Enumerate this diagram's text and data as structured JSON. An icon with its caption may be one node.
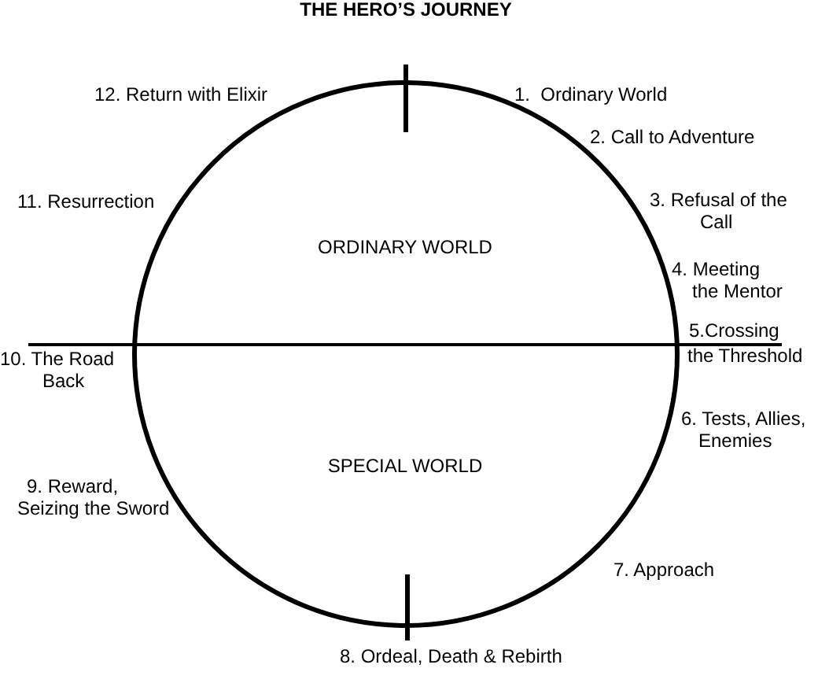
{
  "diagram": {
    "title": "THE HERO’S JOURNEY",
    "nodes": [
      {
        "text": [
          "ORDINARY WORLD",
          "SPECIAL WORLD"
        ]
      }
    ],
    "labels": [
      "1.  Ordinary World",
      "2. Call to Adventure",
      "3. Refusal of the Call",
      "4. Meeting the Mentor",
      "5.Crossing the Threshold",
      "6. Tests, Allies, Enemies",
      "7. Approach",
      "8. Ordeal, Death & Rebirth",
      "9. Reward, Seizing the Sword",
      "10. The Road Back",
      "11. Resurrection",
      "12. Return with Elixir"
    ]
  }
}
